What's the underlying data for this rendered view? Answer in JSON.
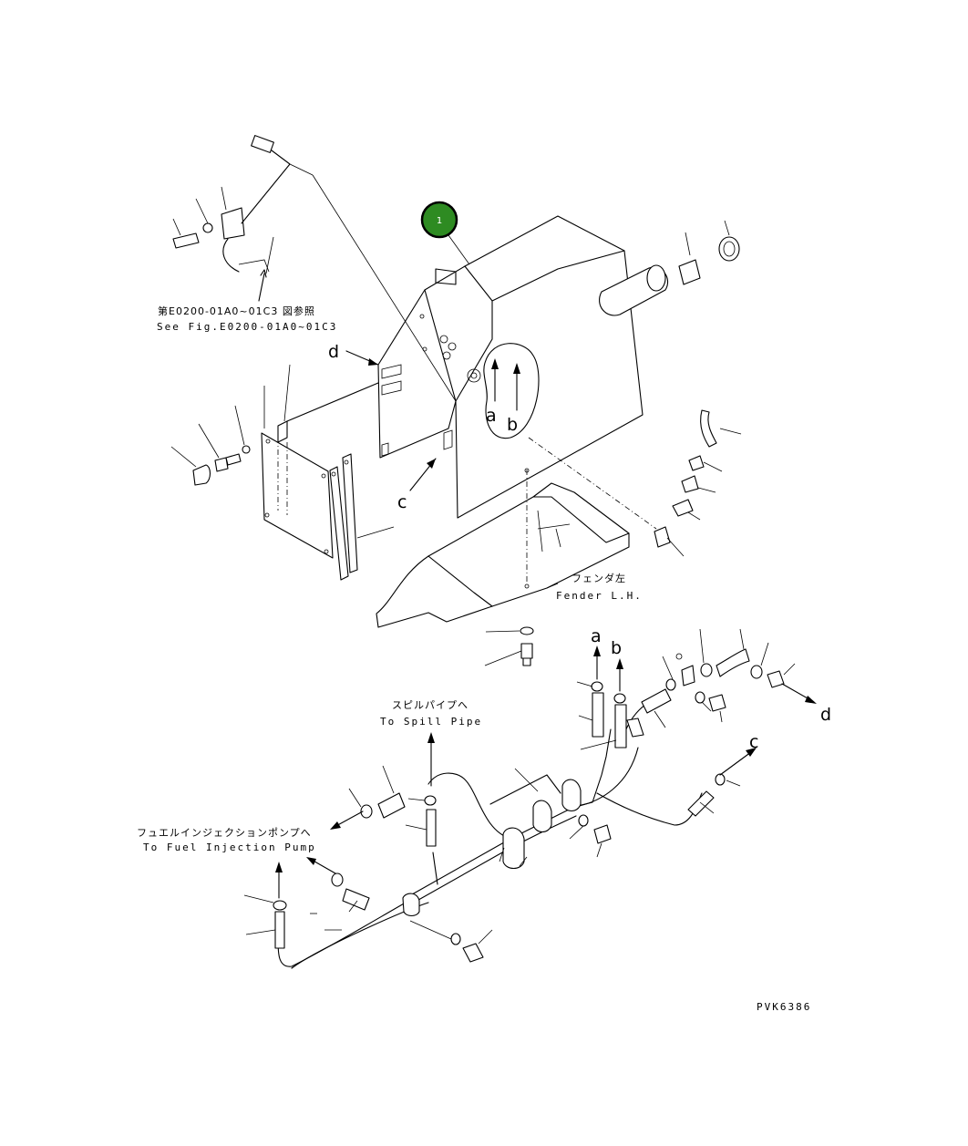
{
  "labels": {
    "ref_jp": "第E0200-01A0~01C3 図参照",
    "ref_en": "See Fig.E0200-01A0~01C3",
    "fender_jp": "フェンダ左",
    "fender_en": "Fender L.H.",
    "spill_jp": "スピルパイプへ",
    "spill_en": "To Spill Pipe",
    "pump_jp": "フュエルインジェクションポンプへ",
    "pump_en": "To Fuel Injection Pump",
    "drawing_code": "PVK6386"
  },
  "callouts": {
    "a_upper": "a",
    "b_upper": "b",
    "c_upper": "c",
    "d_upper": "d",
    "a_lower": "a",
    "b_lower": "b",
    "c_lower": "c",
    "d_lower": "d"
  },
  "part_badge": {
    "number": "1",
    "color": "#2e8b22"
  }
}
